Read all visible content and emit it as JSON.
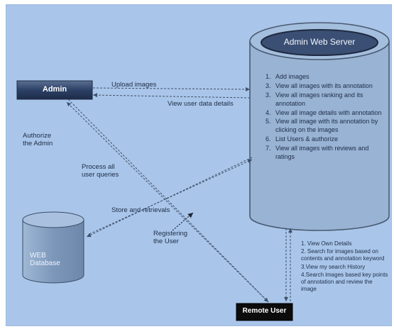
{
  "nodes": {
    "admin": "Admin",
    "server": "Admin Web Server",
    "database": "WEB\nDatabase",
    "remote_user": "Remote User"
  },
  "edges": {
    "upload_images": "Upload images",
    "view_user_data": "View user data details",
    "authorize_admin": "Authorize\nthe Admin",
    "process_queries": "Process all\nuser queries",
    "store_retrievals": "Store and retrievals",
    "registering": "Registering\nthe User"
  },
  "server_functions": [
    {
      "num": "1.",
      "text": "Add images"
    },
    {
      "num": "3.",
      "text": "View all images with its annotation"
    },
    {
      "num": "3.",
      "text": "View all images ranking and its annotation"
    },
    {
      "num": "4.",
      "text": "View all image details with annotation"
    },
    {
      "num": "5.",
      "text": "View all image with its annotation by clicking on the images"
    },
    {
      "num": "6.",
      "text": "List Users & authorize"
    },
    {
      "num": "7.",
      "text": "View all images with reviews and ratings"
    }
  ],
  "remote_user_functions": [
    "1. View Own Details",
    "2. Search for images based on contents and annotation keyword",
    "3.View my search History",
    "4.Search images based key points of annotation and review the image"
  ],
  "colors": {
    "background": "#a9c6ea",
    "server_fill": "#98b3d4",
    "admin_fill": "#2c4166",
    "remote_fill": "#0c0c0c",
    "database_fill": "#8fa9c8"
  }
}
